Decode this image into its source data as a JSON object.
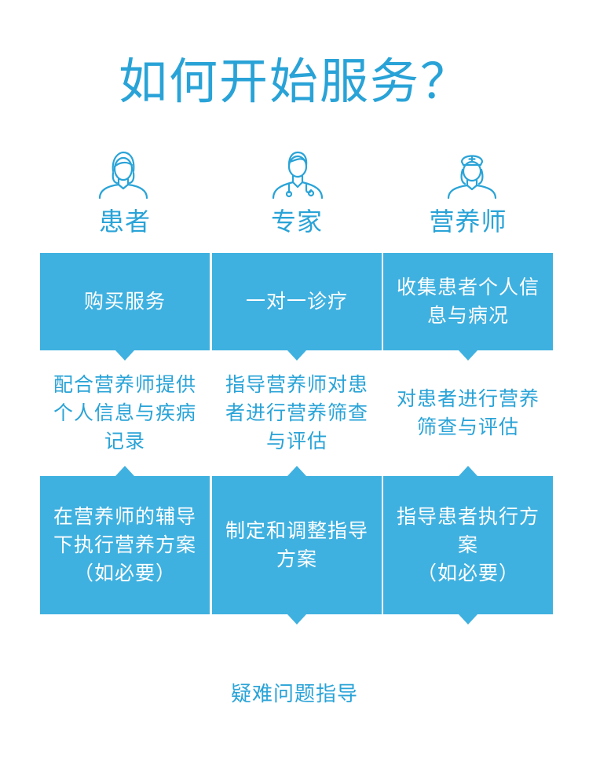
{
  "title": "如何开始服务？",
  "columns": [
    {
      "label": "患者",
      "icon": "patient-icon"
    },
    {
      "label": "专家",
      "icon": "doctor-icon"
    },
    {
      "label": "营养师",
      "icon": "nurse-icon"
    }
  ],
  "rows": {
    "row1": [
      "购买服务",
      "一对一诊疗",
      "收集患者个人信息与病况"
    ],
    "row2": [
      "配合营养师提供个人信息与疾病记录",
      "指导营养师对患者进行营养筛查与评估",
      "对患者进行营养筛查与评估"
    ],
    "row3": [
      "在营养师的辅导下执行营养方案\n（如必要）",
      "制定和调整指导方案",
      "指导患者执行方案\n（如必要）"
    ]
  },
  "footer": "疑难问题指导",
  "colors": {
    "accent": "#29a3d7",
    "box": "#3fb1e0"
  }
}
